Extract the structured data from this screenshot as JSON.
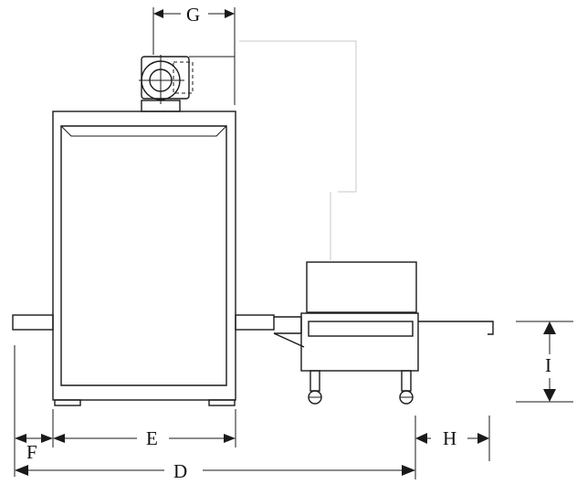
{
  "dimensions": {
    "d": "D",
    "e": "E",
    "f": "F",
    "g": "G",
    "h": "H",
    "i": "I"
  }
}
